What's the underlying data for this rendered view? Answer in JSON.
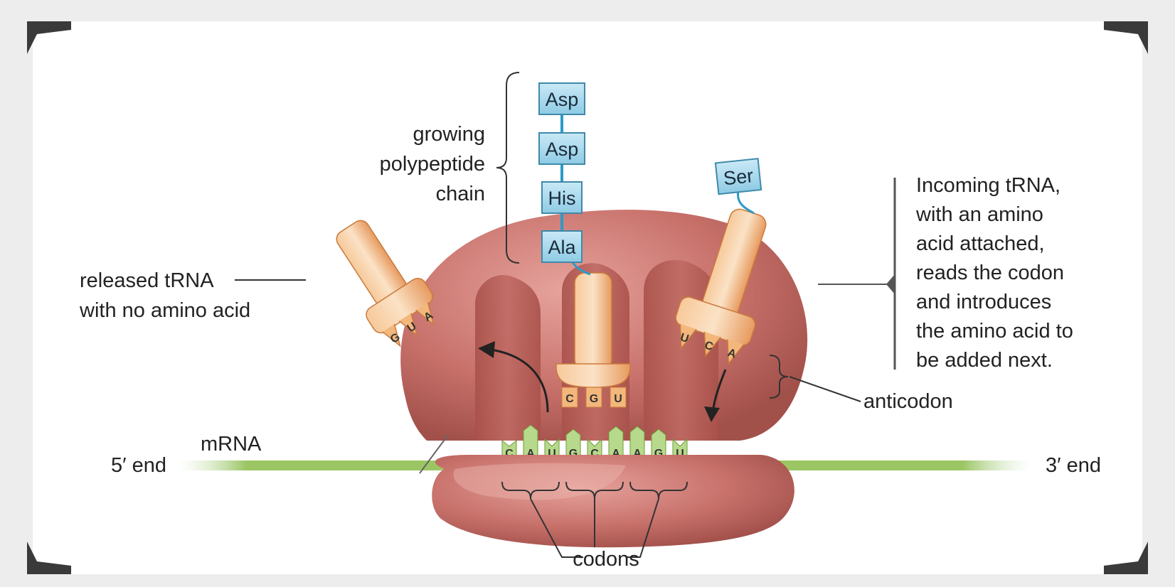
{
  "labels": {
    "growing_chain": [
      "growing",
      "polypeptide",
      "chain"
    ],
    "released_trna": [
      "released tRNA",
      "with no amino acid"
    ],
    "incoming_trna": [
      "Incoming tRNA,",
      "with an amino",
      "acid attached,",
      "reads the codon",
      "and introduces",
      "the amino acid to",
      "be added next."
    ],
    "anticodon": "anticodon",
    "mrna": "mRNA",
    "five_prime": "5′ end",
    "three_prime": "3′ end",
    "codons": "codons"
  },
  "amino_acids": {
    "chain": [
      "Asp",
      "Asp",
      "His",
      "Ala"
    ],
    "incoming": "Ser"
  },
  "mrna_bases": [
    "C",
    "A",
    "U",
    "G",
    "C",
    "A",
    "A",
    "G",
    "U"
  ],
  "anticodons": {
    "center": [
      "C",
      "G",
      "U"
    ],
    "incoming": [
      "U",
      "C",
      "A"
    ],
    "released": [
      "G",
      "U",
      "A"
    ]
  },
  "colors": {
    "ribosome": "#c8716b",
    "ribosome_dark": "#9b4a45",
    "trna": "#f3b77c",
    "amino_acid_box": "#aad8ec",
    "mrna": "#8fbf4a",
    "link": "#2b9bc9"
  }
}
